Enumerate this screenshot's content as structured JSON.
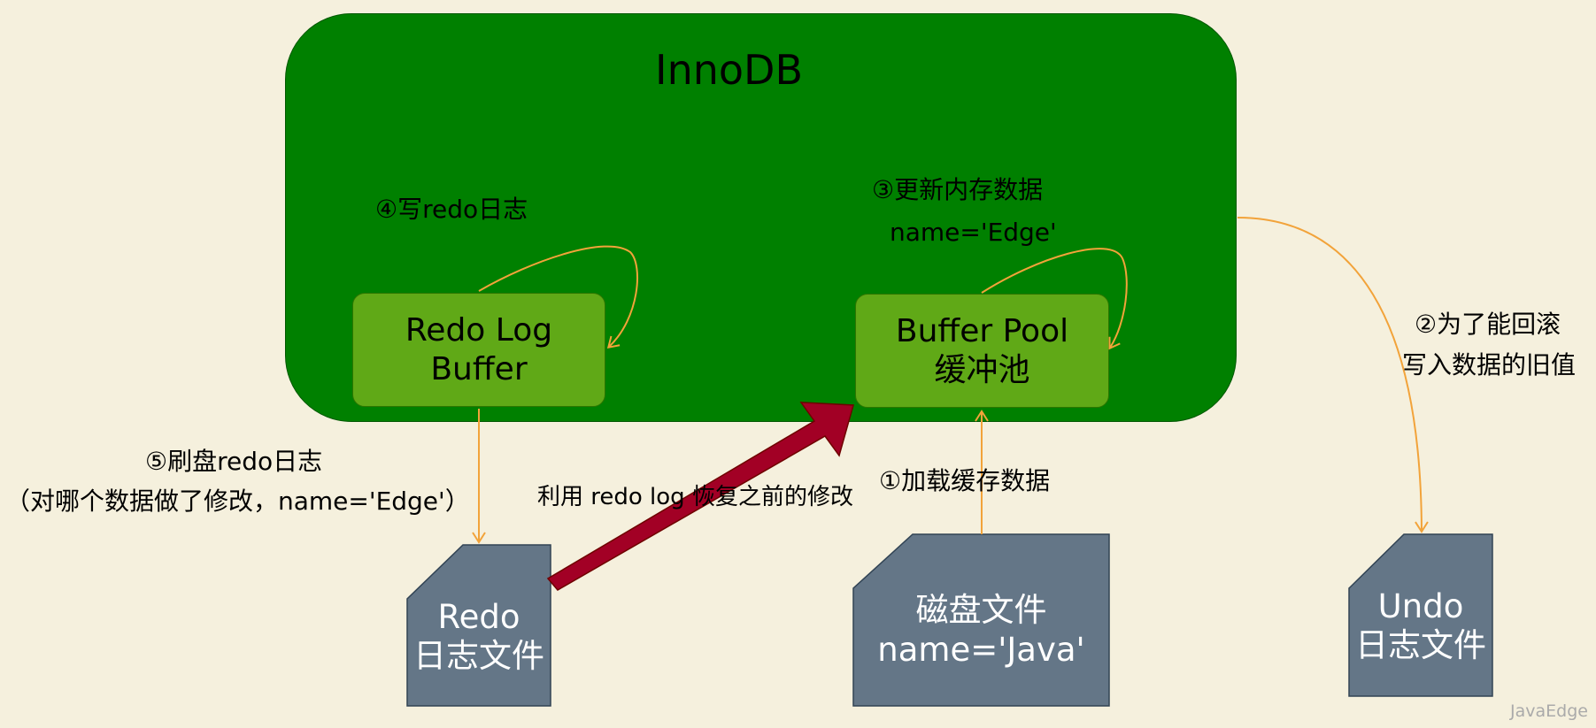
{
  "innodb": {
    "title": "InnoDB"
  },
  "redo_log_buffer": {
    "line1": "Redo Log",
    "line2": "Buffer"
  },
  "buffer_pool": {
    "line1": "Buffer Pool",
    "line2": "缓冲池"
  },
  "redo_file": {
    "line1": "Redo",
    "line2": "日志文件"
  },
  "disk_file": {
    "line1": "磁盘文件",
    "line2": "name='Java'"
  },
  "undo_file": {
    "line1": "Undo",
    "line2": "日志文件"
  },
  "labels": {
    "step4": "④写redo日志",
    "step3_line1": "③更新内存数据",
    "step3_line2": "name='Edge'",
    "step2_line1": "②为了能回滚",
    "step2_line2": "写入数据的旧值",
    "step5_line1": "⑤刷盘redo日志",
    "step5_line2": "（对哪个数据做了修改，name='Edge'）",
    "step1": "①加载缓存数据",
    "recover": "利用 redo log 恢复之前的修改"
  },
  "watermark": "JavaEdge",
  "colors": {
    "background": "#f5f0dd",
    "innodb_fill": "#008000",
    "inner_box_fill": "#60a917",
    "file_fill": "#647687",
    "arrow_orange": "#f2a33a",
    "recover_arrow": "#a20025"
  }
}
